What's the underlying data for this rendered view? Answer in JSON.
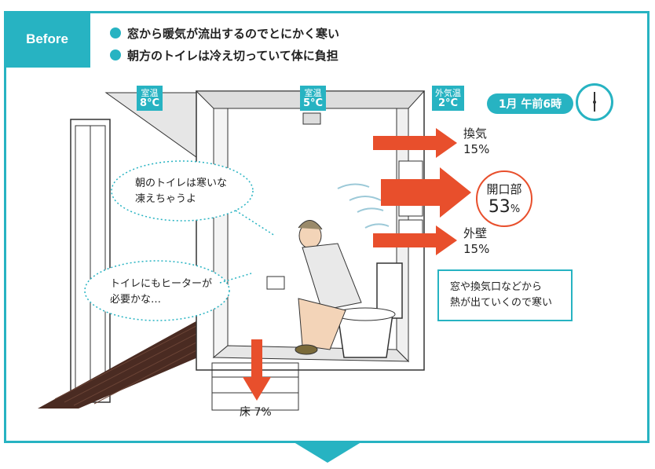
{
  "header": {
    "tag": "Before",
    "bullets": [
      "窓から暖気が流出するのでとにかく寒い",
      "朝方のトイレは冷え切っていて体に負担"
    ]
  },
  "temps": [
    {
      "label": "室温",
      "value": "8°C"
    },
    {
      "label": "室温",
      "value": "5°C"
    },
    {
      "label": "外気温",
      "value": "2°C"
    }
  ],
  "time": {
    "text": "1月 午前6時"
  },
  "heat_loss": {
    "ventilation": {
      "label": "換気",
      "value": "15%"
    },
    "opening": {
      "label": "開口部",
      "value": "53",
      "unit": "%"
    },
    "wall": {
      "label": "外壁",
      "value": "15%"
    },
    "floor": {
      "label": "床 7%"
    }
  },
  "bubbles": {
    "first": [
      "朝のトイレは寒いな",
      "凍えちゃうよ"
    ],
    "second": [
      "トイレにもヒーターが",
      "必要かな…"
    ]
  },
  "note": {
    "lines": [
      "窓や換気口などから",
      "熱が出ていくので寒い"
    ]
  },
  "colors": {
    "accent": "#27b3c2",
    "arrow": "#e84f2c",
    "floor_wood": "#4a2b22"
  }
}
